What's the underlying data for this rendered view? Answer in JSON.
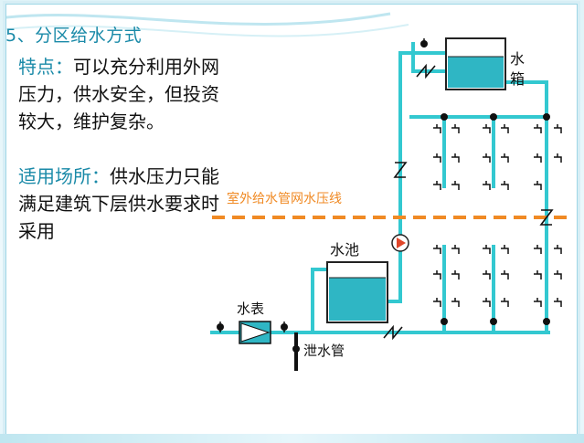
{
  "heading": "5、分区给水方式",
  "features": {
    "label": "特点：",
    "text": "可以充分利用外网压力，供水安全，但投资较大，维护复杂。"
  },
  "applicability": {
    "label": "适用场所：",
    "text": "供水压力只能满足建筑下层供水要求时采用"
  },
  "diagram": {
    "pressure_line_label": "室外给水管网水压线",
    "tank_label_1": "水",
    "tank_label_2": "箱",
    "pool_label": "水池",
    "meter_label": "水表",
    "drain_label": "泄水管"
  },
  "colors": {
    "pipe": "#33c8d0",
    "water": "#2fb6c4",
    "pressure_line": "#f08a24",
    "heading": "#1a8aa8"
  }
}
